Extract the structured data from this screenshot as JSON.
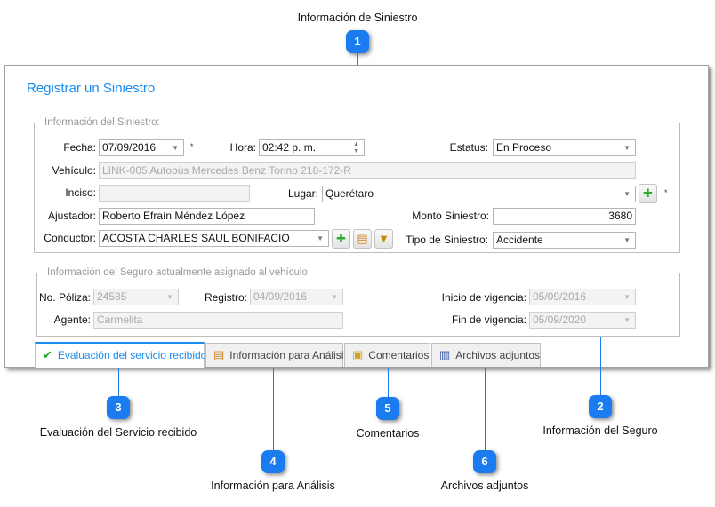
{
  "callouts": [
    {
      "number": "1",
      "label": "Información de Siniestro"
    },
    {
      "number": "2",
      "label": "Información del Seguro"
    },
    {
      "number": "3",
      "label": "Evaluación del Servicio recibido"
    },
    {
      "number": "4",
      "label": "Información para Análisis"
    },
    {
      "number": "5",
      "label": "Comentarios"
    },
    {
      "number": "6",
      "label": "Archivos adjuntos"
    }
  ],
  "window": {
    "title": "Registrar un Siniestro",
    "accent": "#1a8cf0"
  },
  "siniestro": {
    "legend": "Información del Siniestro:",
    "required_mark": "*",
    "fecha": {
      "label": "Fecha:",
      "value": "07/09/2016"
    },
    "hora": {
      "label": "Hora:",
      "value": "02:42 p. m."
    },
    "estatus": {
      "label": "Estatus:",
      "value": "En Proceso"
    },
    "vehiculo": {
      "label": "Vehículo:",
      "value": "LINK-005 Autobús  Mercedes Benz  Torino  218-172-R"
    },
    "inciso": {
      "label": "Inciso:",
      "value": ""
    },
    "lugar": {
      "label": "Lugar:",
      "value": "Querétaro"
    },
    "ajustador": {
      "label": "Ajustador:",
      "value": "Roberto Efraín Méndez López"
    },
    "monto": {
      "label": "Monto Siniestro:",
      "value": "3680"
    },
    "conductor": {
      "label": "Conductor:",
      "value": "ACOSTA CHARLES SAUL BONIFACIO"
    },
    "tipo": {
      "label": "Tipo de Siniestro:",
      "value": "Accidente"
    }
  },
  "seguro": {
    "legend": "Información del Seguro actualmente asignado al vehículo:",
    "poliza": {
      "label": "No. Póliza:",
      "value": "24585"
    },
    "registro": {
      "label": "Registro:",
      "value": "04/09/2016"
    },
    "inicio": {
      "label": "Inicio de vigencia:",
      "value": "05/09/2016"
    },
    "agente": {
      "label": "Agente:",
      "value": "Carmelita"
    },
    "fin": {
      "label": "Fin de vigencia:",
      "value": "05/09/2020"
    }
  },
  "tabs": [
    {
      "label": "Evaluación del servicio recibido",
      "icon": "checkmark-icon",
      "active": true
    },
    {
      "label": "Información para Análisis",
      "icon": "database-icon"
    },
    {
      "label": "Comentarios",
      "icon": "notes-icon"
    },
    {
      "label": "Archivos adjuntos",
      "icon": "attachment-icon"
    }
  ]
}
